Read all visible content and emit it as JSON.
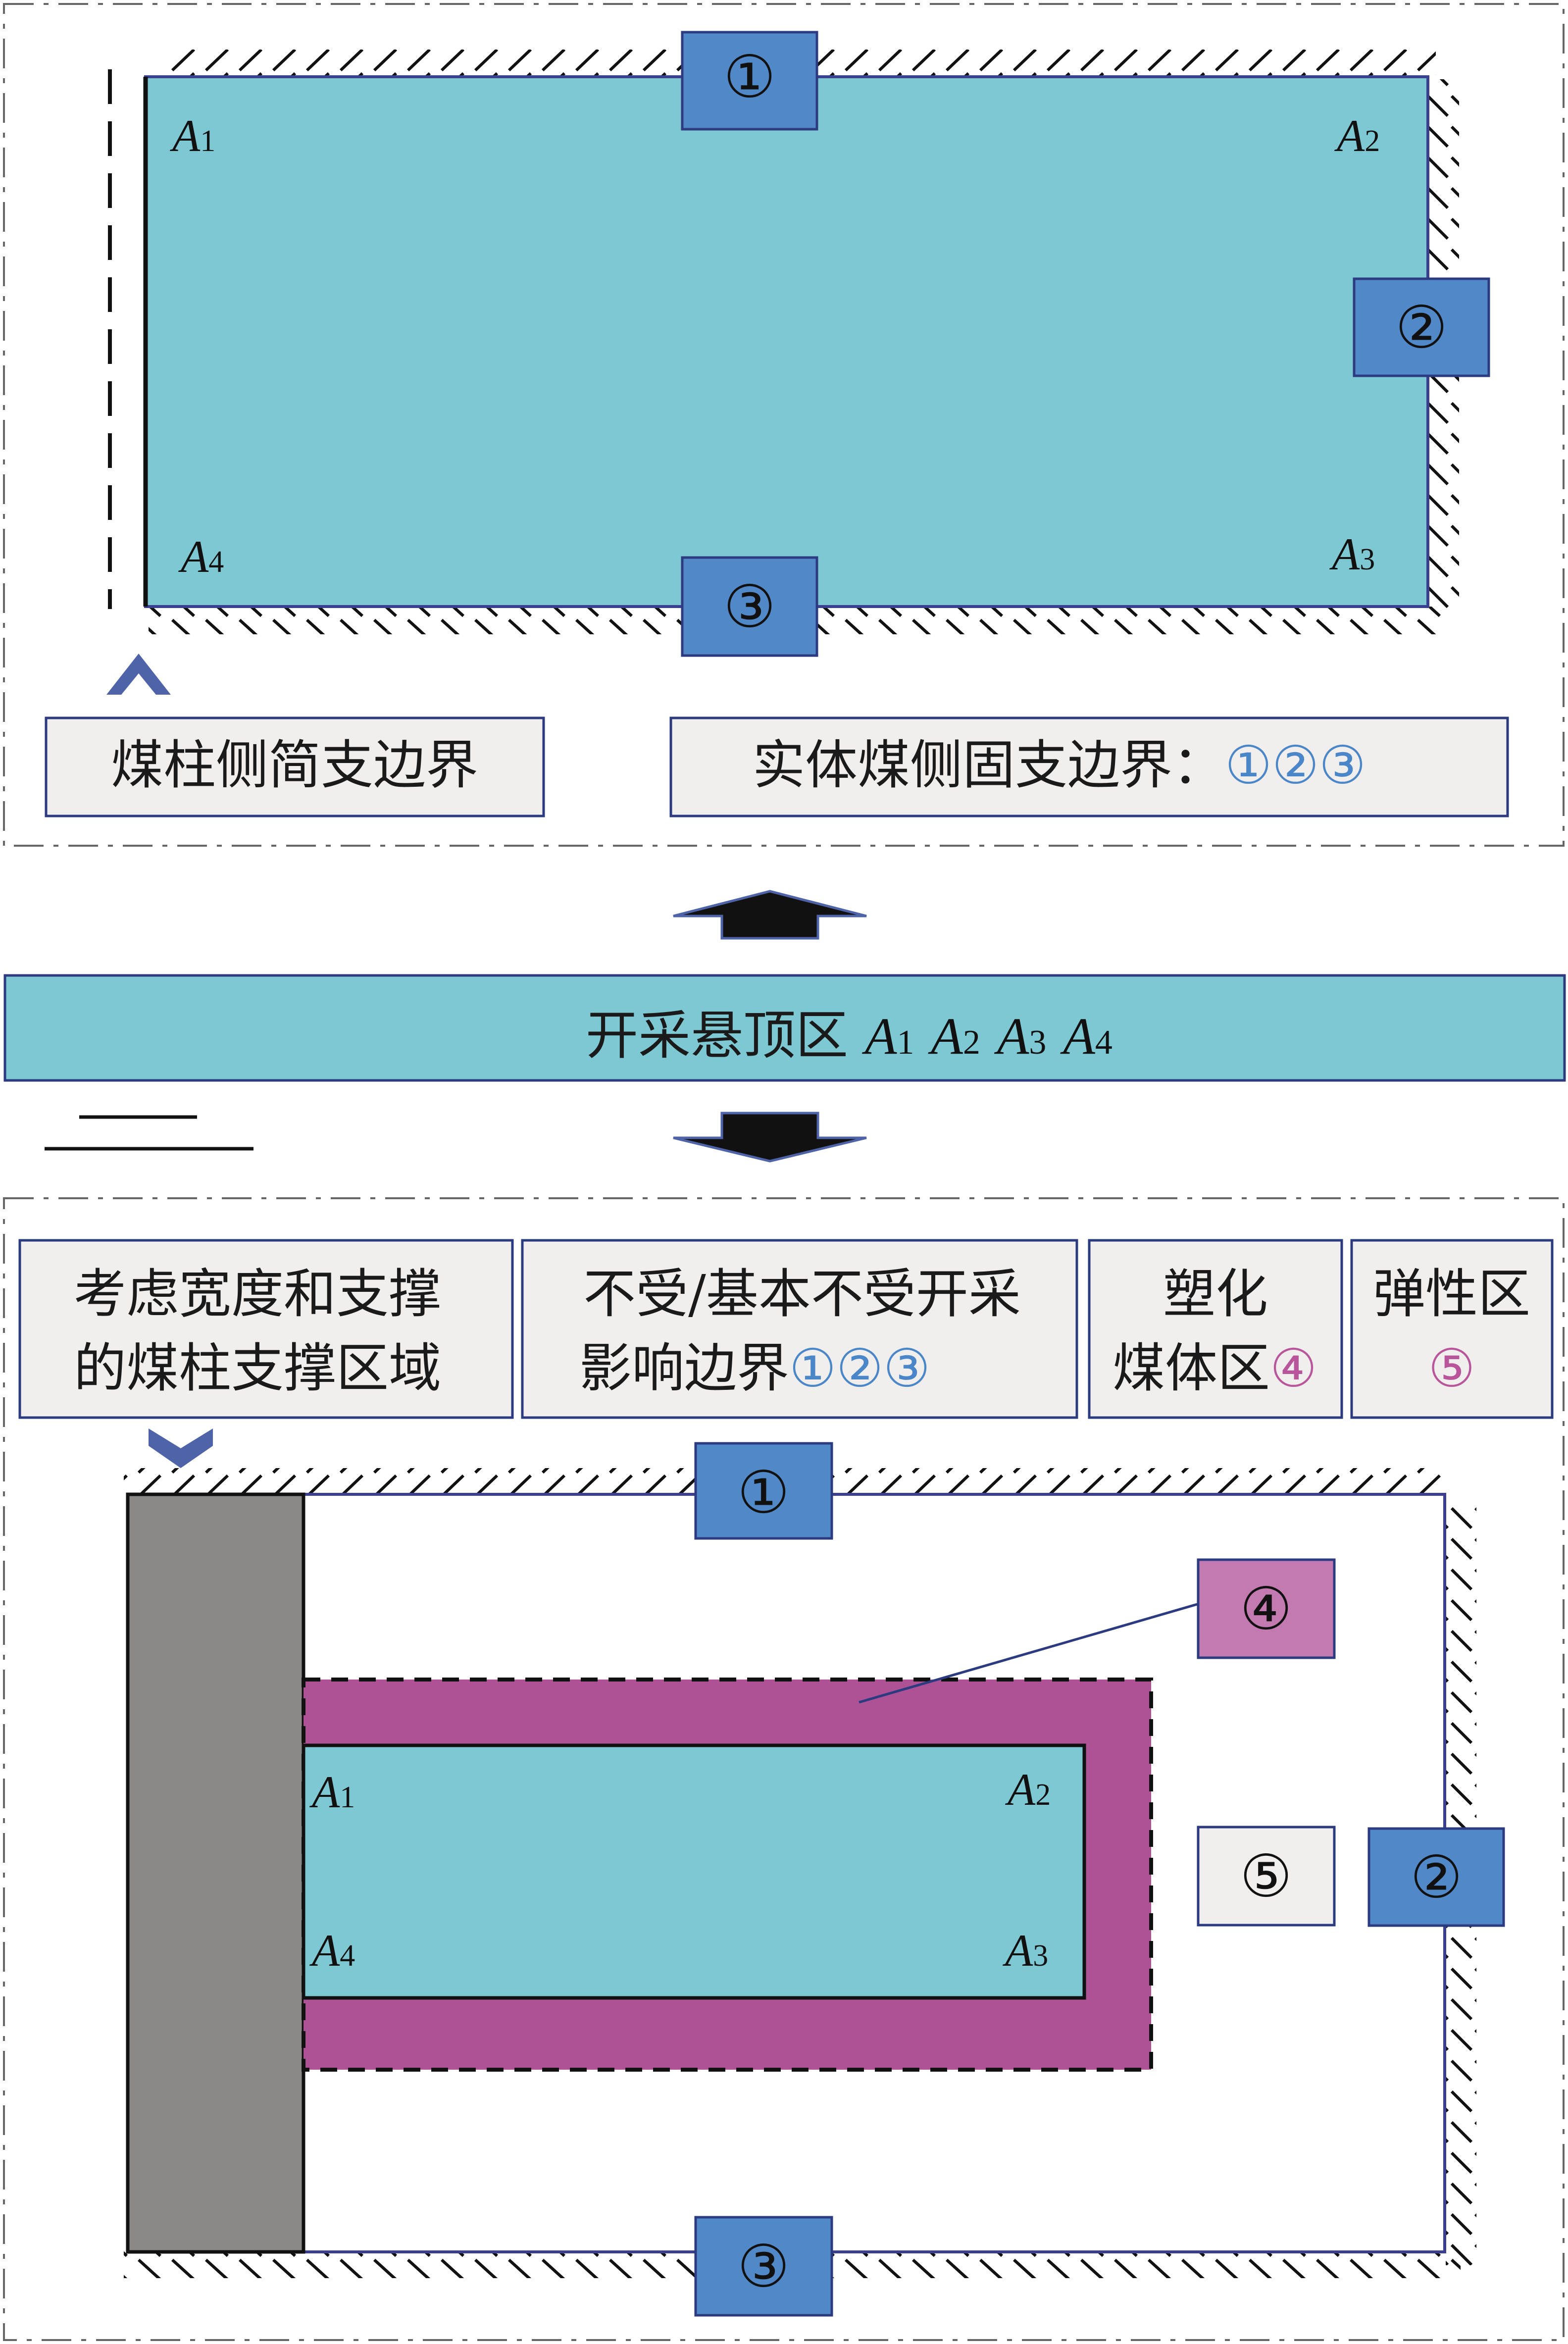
{
  "top_panel": {
    "corner_labels": [
      {
        "letter": "A",
        "sub": "1"
      },
      {
        "letter": "A",
        "sub": "2"
      },
      {
        "letter": "A",
        "sub": "3"
      },
      {
        "letter": "A",
        "sub": "4"
      }
    ],
    "markers": [
      "①",
      "②",
      "③"
    ],
    "label_simple": "煤柱侧简支边界",
    "label_fixed": "实体煤侧固支边界：",
    "label_fixed_nums": "①②③"
  },
  "middle": {
    "bar_text": "开采悬顶区",
    "bar_letters": [
      {
        "letter": "A",
        "sub": "1"
      },
      {
        "letter": "A",
        "sub": "2"
      },
      {
        "letter": "A",
        "sub": "3"
      },
      {
        "letter": "A",
        "sub": "4"
      }
    ]
  },
  "bottom_panel": {
    "box1_line1": "考虑宽度和支撑",
    "box1_line2": "的煤柱支撑区域",
    "box2_line1": "不受/基本不受开采",
    "box2_line2": "影响边界",
    "box2_nums": "①②③",
    "box3_line1": "塑化",
    "box3_line2": "煤体区",
    "box3_num": "④",
    "box4_line1": "弹性区",
    "box4_num": "⑤",
    "corner_labels": [
      {
        "letter": "A",
        "sub": "1"
      },
      {
        "letter": "A",
        "sub": "2"
      },
      {
        "letter": "A",
        "sub": "3"
      },
      {
        "letter": "A",
        "sub": "4"
      }
    ],
    "markers": [
      "①",
      "②",
      "③",
      "④",
      "⑤"
    ]
  },
  "colors": {
    "roof": "#7ec8d4",
    "marker": "#5189c8",
    "plastic": "#ad5295",
    "plastic_marker": "#c27ab0",
    "pillar": "#8b8888",
    "label_box": "#f0efee",
    "blue_num": "#4a86c8",
    "pink_num": "#b8559b",
    "arrow_blue": "#4f63a8"
  }
}
